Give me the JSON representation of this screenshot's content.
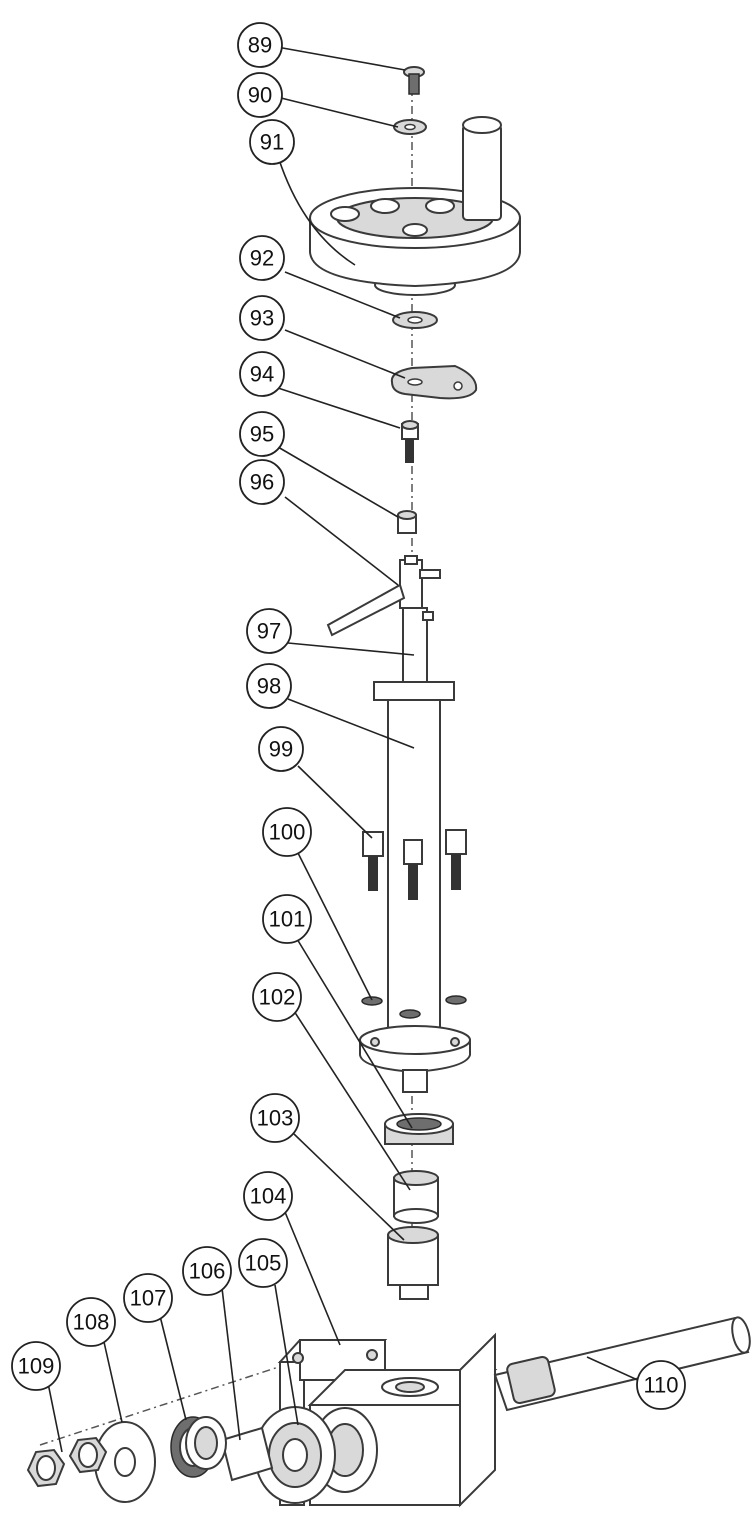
{
  "callouts": [
    {
      "id": "89",
      "label": "89"
    },
    {
      "id": "90",
      "label": "90"
    },
    {
      "id": "91",
      "label": "91"
    },
    {
      "id": "92",
      "label": "92"
    },
    {
      "id": "93",
      "label": "93"
    },
    {
      "id": "94",
      "label": "94"
    },
    {
      "id": "95",
      "label": "95"
    },
    {
      "id": "96",
      "label": "96"
    },
    {
      "id": "97",
      "label": "97"
    },
    {
      "id": "98",
      "label": "98"
    },
    {
      "id": "99",
      "label": "99"
    },
    {
      "id": "100",
      "label": "100"
    },
    {
      "id": "101",
      "label": "101"
    },
    {
      "id": "102",
      "label": "102"
    },
    {
      "id": "103",
      "label": "103"
    },
    {
      "id": "104",
      "label": "104"
    },
    {
      "id": "105",
      "label": "105"
    },
    {
      "id": "106",
      "label": "106"
    },
    {
      "id": "107",
      "label": "107"
    },
    {
      "id": "108",
      "label": "108"
    },
    {
      "id": "109",
      "label": "109"
    },
    {
      "id": "110",
      "label": "110"
    }
  ]
}
